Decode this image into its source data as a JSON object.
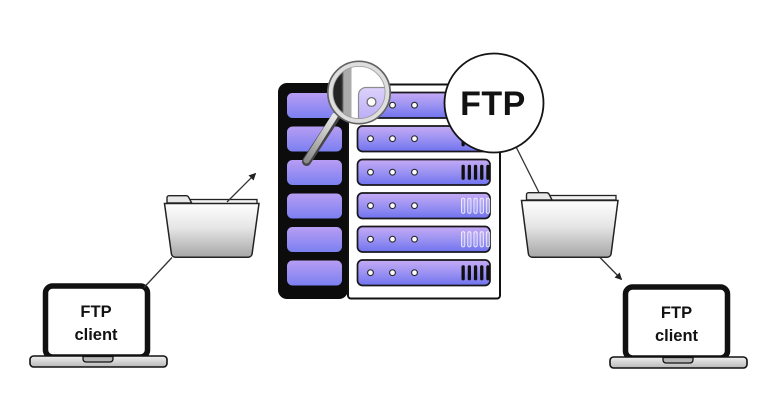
{
  "diagram": {
    "protocol_label": "FTP",
    "left_client": {
      "line1": "FTP",
      "line2": "client"
    },
    "right_client": {
      "line1": "FTP",
      "line2": "client"
    },
    "server": {
      "panel_blocks": 6,
      "rows": [
        {
          "dots": 3,
          "vents": 5,
          "vent_style": "dark"
        },
        {
          "dots": 3,
          "vents": 5,
          "vent_style": "dark"
        },
        {
          "dots": 3,
          "vents": 5,
          "vent_style": "dark"
        },
        {
          "dots": 3,
          "vents": 5,
          "vent_style": "light"
        },
        {
          "dots": 3,
          "vents": 5,
          "vent_style": "light"
        },
        {
          "dots": 3,
          "vents": 5,
          "vent_style": "dark"
        }
      ]
    },
    "icons": {
      "magnifier": "magnifier-icon",
      "upload_folder": "folder-icon",
      "download_folder": "folder-icon",
      "left_client_device": "laptop-icon",
      "right_client_device": "laptop-icon",
      "server": "server-rack-icon"
    },
    "colors": {
      "accent_purple_top": "#c3a9f4",
      "accent_purple_bottom": "#7073ef",
      "lens_purple_top": "#dcd2fb",
      "lens_purple_bottom": "#b1a2f6",
      "panel_black": "#0c0c0c",
      "outline": "#1a1a1a",
      "gray_fill": "#c9c9c9",
      "background": "#ffffff"
    }
  }
}
